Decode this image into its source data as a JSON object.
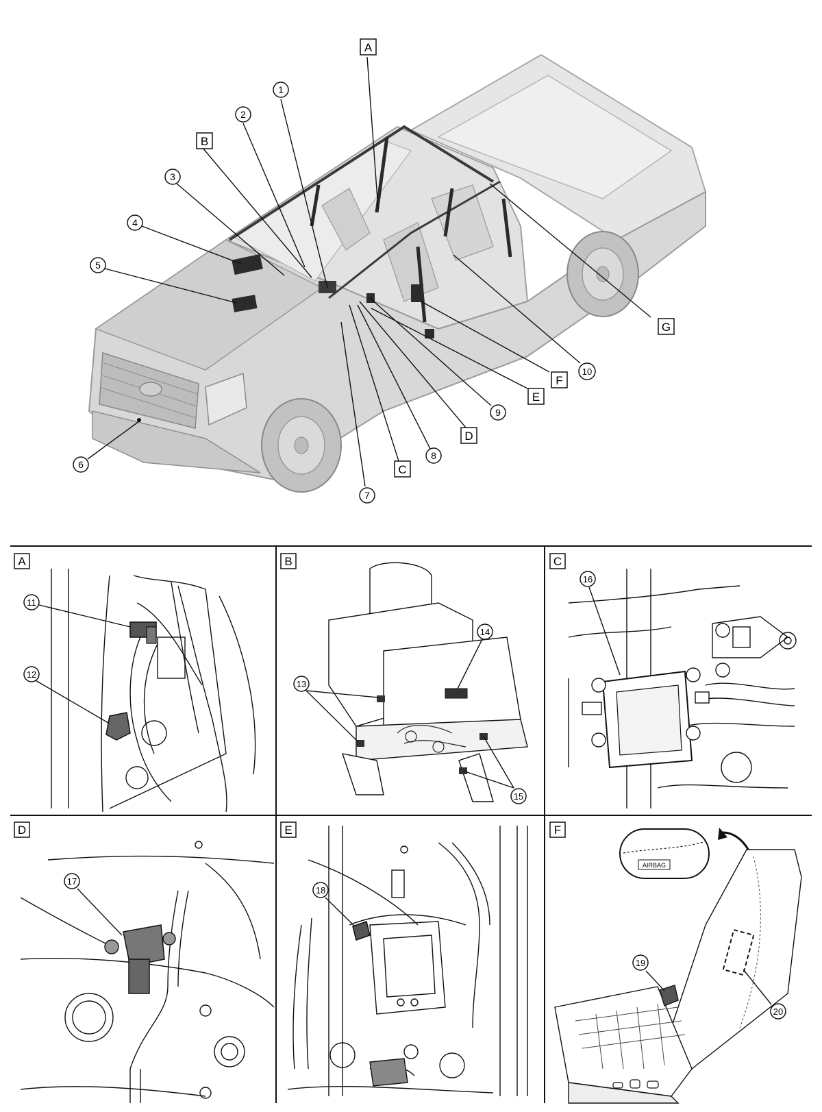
{
  "main_callouts": [
    {
      "kind": "circle",
      "label": "1"
    },
    {
      "kind": "circle",
      "label": "2"
    },
    {
      "kind": "circle",
      "label": "3"
    },
    {
      "kind": "circle",
      "label": "4"
    },
    {
      "kind": "circle",
      "label": "5"
    },
    {
      "kind": "circle",
      "label": "6"
    },
    {
      "kind": "circle",
      "label": "7"
    },
    {
      "kind": "circle",
      "label": "8"
    },
    {
      "kind": "circle",
      "label": "9"
    },
    {
      "kind": "circle",
      "label": "10"
    },
    {
      "kind": "box",
      "label": "A"
    },
    {
      "kind": "box",
      "label": "B"
    },
    {
      "kind": "box",
      "label": "C"
    },
    {
      "kind": "box",
      "label": "D"
    },
    {
      "kind": "box",
      "label": "E"
    },
    {
      "kind": "box",
      "label": "F"
    },
    {
      "kind": "box",
      "label": "G"
    }
  ],
  "detail_panels": [
    {
      "label": "A",
      "callouts": [
        "11",
        "12"
      ]
    },
    {
      "label": "B",
      "callouts": [
        "13",
        "14",
        "15"
      ]
    },
    {
      "label": "C",
      "callouts": [
        "16"
      ]
    },
    {
      "label": "D",
      "callouts": [
        "17"
      ]
    },
    {
      "label": "E",
      "callouts": [
        "18"
      ]
    },
    {
      "label": "F",
      "callouts": [
        "19",
        "20"
      ]
    }
  ],
  "panel_f_inset_text": "AIRBAG",
  "colors": {
    "line": "#111111",
    "vehicle_fill": "#dcdcdc",
    "vehicle_stroke": "#9a9a9a",
    "component": "#2b2b2b"
  }
}
